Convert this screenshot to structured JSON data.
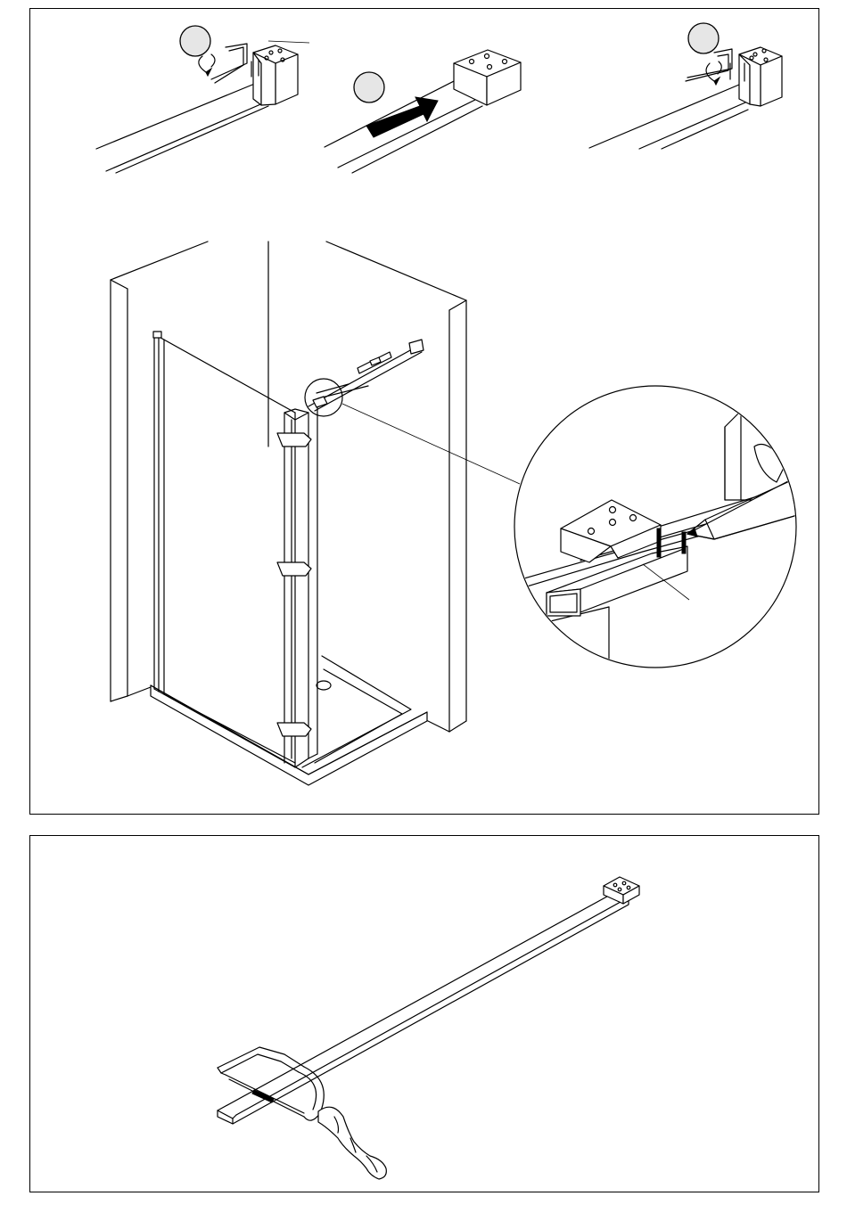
{
  "figure": {
    "panels": [
      {
        "name": "step-1-loosen-screws",
        "step_marker_icon": "circle-badge-icon",
        "action_icon": "rotate-arrow-icon"
      },
      {
        "name": "step-2-slide-bar",
        "step_marker_icon": "circle-badge-icon",
        "action_icon": "push-arrow-icon"
      },
      {
        "name": "step-3-tighten-screws",
        "step_marker_icon": "circle-badge-icon",
        "action_icon": "rotate-arrow-icon"
      },
      {
        "name": "mark-cut-line-on-bar",
        "action_icon": "pencil-icon"
      },
      {
        "name": "saw-bar-to-length",
        "action_icon": "hacksaw-icon"
      }
    ],
    "colors": {
      "line": "#000000",
      "badge": "#e6e6e6",
      "background": "#ffffff"
    }
  }
}
